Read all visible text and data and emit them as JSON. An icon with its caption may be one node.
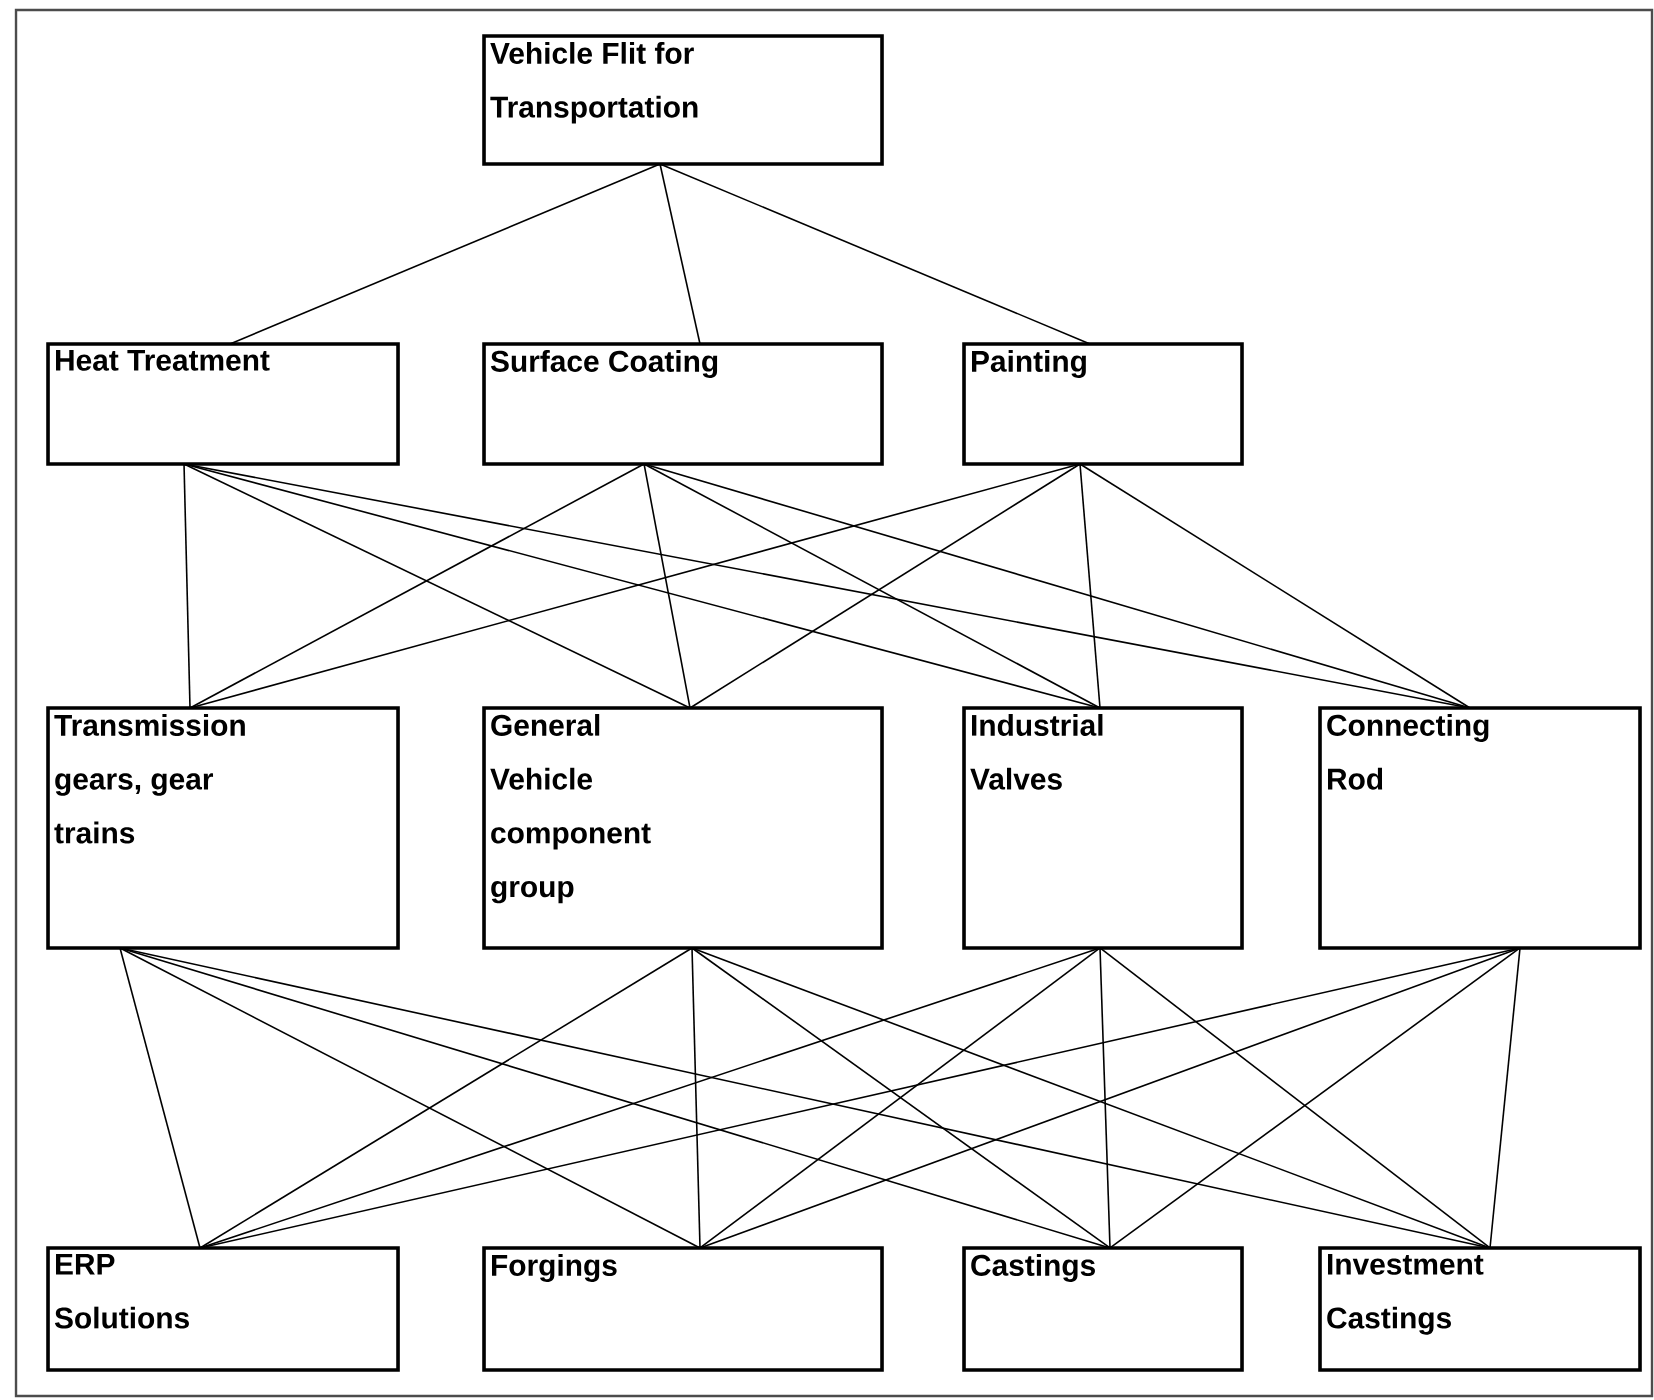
{
  "diagram": {
    "nodes": [
      {
        "text": [
          "Vehicle Flit for Transportation"
        ]
      },
      {
        "text": [
          "Heat Treatment"
        ]
      },
      {
        "text": [
          "Surface Coating"
        ]
      },
      {
        "text": [
          "Painting"
        ]
      },
      {
        "text": [
          "Transmission gears, gear trains"
        ]
      },
      {
        "text": [
          "General Vehicle component group"
        ]
      },
      {
        "text": [
          "Industrial Valves"
        ]
      },
      {
        "text": [
          "Connecting Rod"
        ]
      },
      {
        "text": [
          "ERP Solutions"
        ]
      },
      {
        "text": [
          "Forgings"
        ]
      },
      {
        "text": [
          "Castings"
        ]
      },
      {
        "text": [
          "Investment Castings"
        ]
      }
    ],
    "edges": [
      {
        "from": 0,
        "to": 1,
        "arrow": "none"
      },
      {
        "from": 0,
        "to": 2,
        "arrow": "none"
      },
      {
        "from": 0,
        "to": 3,
        "arrow": "none"
      },
      {
        "from": 1,
        "to": 4,
        "arrow": "none"
      },
      {
        "from": 1,
        "to": 5,
        "arrow": "none"
      },
      {
        "from": 1,
        "to": 6,
        "arrow": "none"
      },
      {
        "from": 1,
        "to": 7,
        "arrow": "none"
      },
      {
        "from": 2,
        "to": 4,
        "arrow": "none"
      },
      {
        "from": 2,
        "to": 5,
        "arrow": "none"
      },
      {
        "from": 2,
        "to": 6,
        "arrow": "none"
      },
      {
        "from": 2,
        "to": 7,
        "arrow": "none"
      },
      {
        "from": 3,
        "to": 4,
        "arrow": "none"
      },
      {
        "from": 3,
        "to": 5,
        "arrow": "none"
      },
      {
        "from": 3,
        "to": 6,
        "arrow": "none"
      },
      {
        "from": 3,
        "to": 7,
        "arrow": "none"
      },
      {
        "from": 4,
        "to": 8,
        "arrow": "none"
      },
      {
        "from": 4,
        "to": 9,
        "arrow": "none"
      },
      {
        "from": 4,
        "to": 10,
        "arrow": "none"
      },
      {
        "from": 4,
        "to": 11,
        "arrow": "none"
      },
      {
        "from": 5,
        "to": 8,
        "arrow": "none"
      },
      {
        "from": 5,
        "to": 9,
        "arrow": "none"
      },
      {
        "from": 5,
        "to": 10,
        "arrow": "none"
      },
      {
        "from": 5,
        "to": 11,
        "arrow": "none"
      },
      {
        "from": 6,
        "to": 8,
        "arrow": "none"
      },
      {
        "from": 6,
        "to": 9,
        "arrow": "none"
      },
      {
        "from": 6,
        "to": 10,
        "arrow": "none"
      },
      {
        "from": 6,
        "to": 11,
        "arrow": "none"
      },
      {
        "from": 7,
        "to": 8,
        "arrow": "none"
      },
      {
        "from": 7,
        "to": 9,
        "arrow": "none"
      },
      {
        "from": 7,
        "to": 10,
        "arrow": "none"
      },
      {
        "from": 7,
        "to": 11,
        "arrow": "none"
      }
    ]
  }
}
